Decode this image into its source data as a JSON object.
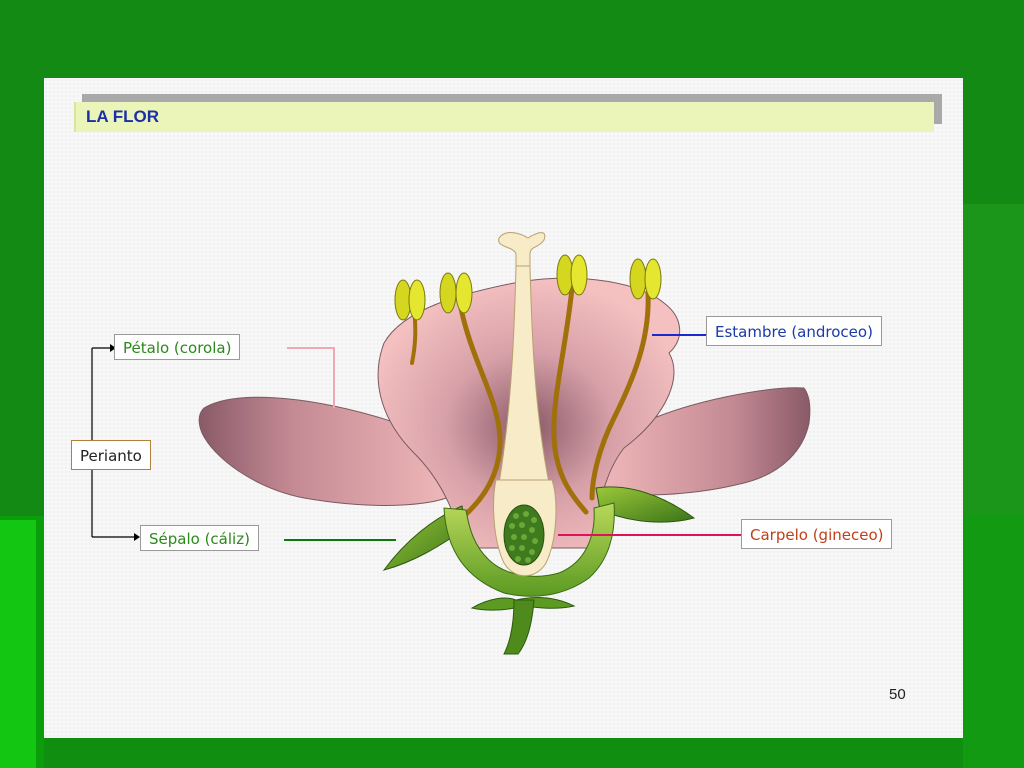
{
  "slide": {
    "title": "LA FLOR",
    "page_number": "50"
  },
  "labels": {
    "petalo": "Pétalo (corola)",
    "perianto": "Perianto",
    "sepalo": "Sépalo (cáliz)",
    "estambre": "Estambre (androceo)",
    "carpelo": "Carpelo (gineceo)"
  },
  "colors": {
    "background_green": "#138a13",
    "title_text": "#1a2fa8",
    "title_bar": "#ecf5b9",
    "petalo_label": "#2a8a1a",
    "perianto_label": "#222222",
    "sepalo_label": "#2a8a1a",
    "estambre_label": "#1a3aa8",
    "carpelo_label": "#c0401a",
    "petalo_line": "#f0a8b0",
    "sepalo_line": "#0a7a0a",
    "estambre_line": "#1a2ad0",
    "carpelo_line": "#e0105a",
    "petal_pink": "#f3b9b9",
    "sepal_green": "#5c9a22",
    "anther_yellow": "#d4d620",
    "filament_brown": "#a0700a",
    "pistil_cream": "#f7ebc8",
    "ovary_green": "#3f7a1f"
  }
}
